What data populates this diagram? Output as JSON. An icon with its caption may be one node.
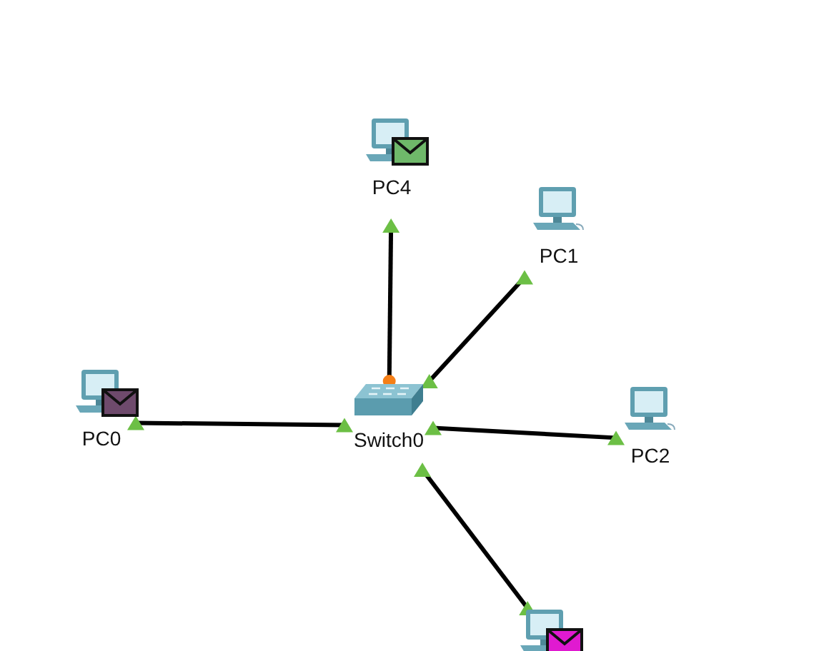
{
  "diagram": {
    "nodes": [
      {
        "text": [
          "PC4"
        ]
      },
      {
        "text": [
          "PC1"
        ]
      },
      {
        "text": [
          "PC0"
        ]
      },
      {
        "text": [
          "Switch0"
        ]
      },
      {
        "text": [
          "PC2"
        ]
      },
      {
        "text": [],
        "shape": "computer"
      }
    ],
    "edges": [
      {
        "from": 3,
        "to": 0,
        "arrow": "other"
      },
      {
        "from": 3,
        "to": 1,
        "arrow": "other"
      },
      {
        "from": 3,
        "to": 2,
        "arrow": "other"
      },
      {
        "from": 3,
        "to": 4,
        "arrow": "other"
      },
      {
        "from": 3,
        "to": 5,
        "arrow": "other"
      }
    ]
  }
}
